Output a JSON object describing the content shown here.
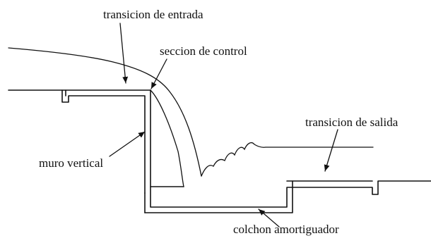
{
  "diagram": {
    "labels": {
      "entry_transition": "transicion de entrada",
      "control_section": "seccion de control",
      "exit_transition": "transicion de salida",
      "vertical_wall": "muro vertical",
      "stilling_basin": "colchon amortiguador"
    },
    "colors": {
      "stroke": "#111111",
      "background": "#ffffff"
    }
  }
}
